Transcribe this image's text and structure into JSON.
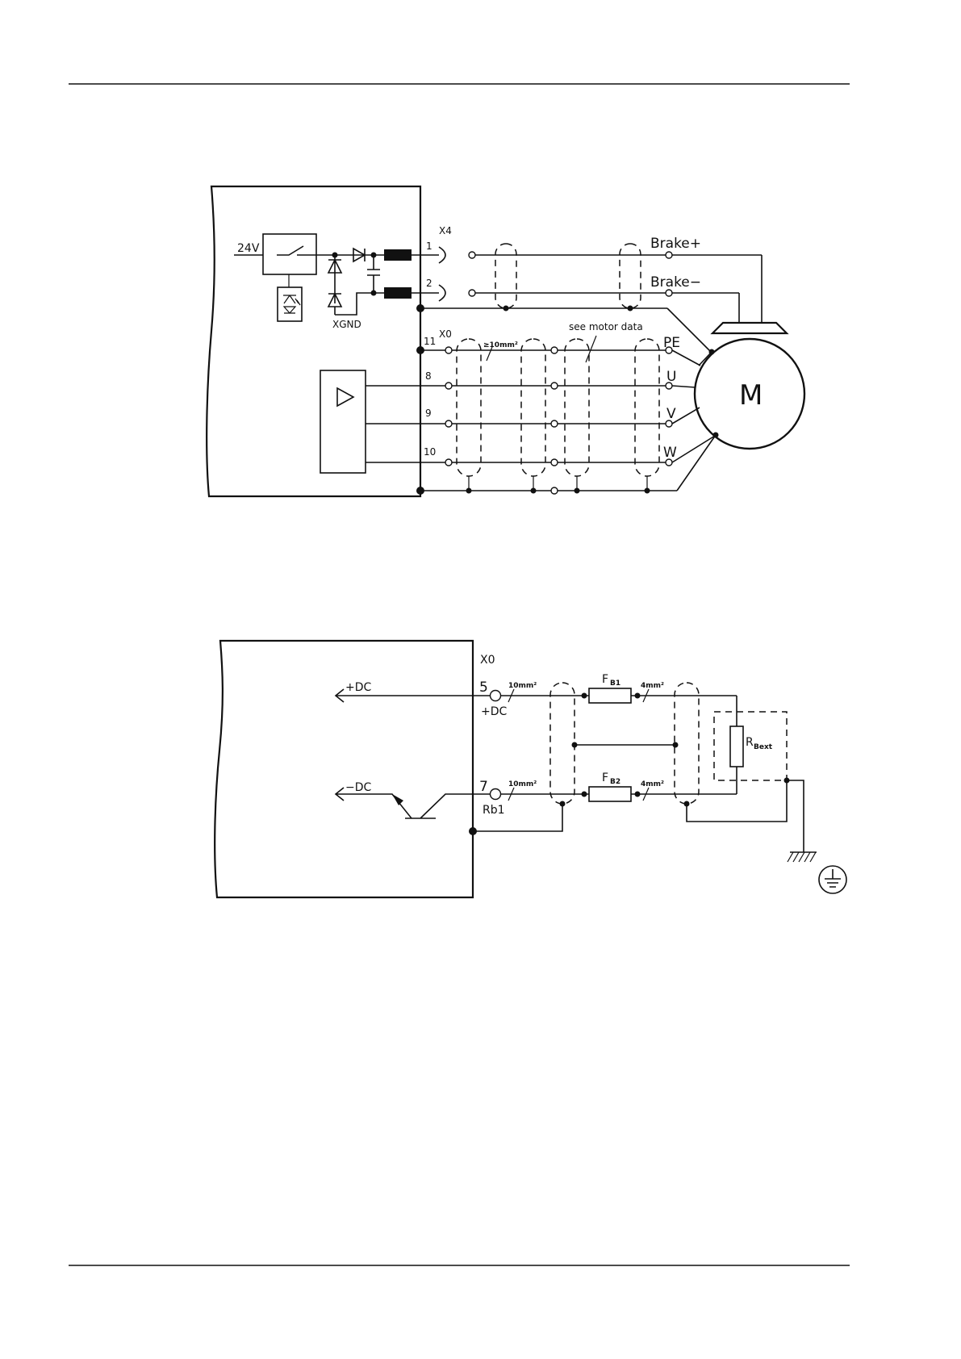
{
  "diagram1": {
    "supply_label": "24V",
    "connector_x4": "X4",
    "pin_1": "1",
    "pin_2": "2",
    "brake_plus": "Brake+",
    "brake_minus": "Brake−",
    "xgnd": "XGND",
    "connector_x0": "X0",
    "pin_11": "11",
    "pin_8": "8",
    "pin_9": "9",
    "pin_10": "10",
    "cross_section": "≥10mm²",
    "note": "see motor data",
    "pe": "PE",
    "u": "U",
    "v": "V",
    "w": "W",
    "motor": "M"
  },
  "diagram2": {
    "connector_x0": "X0",
    "plus_dc": "+DC",
    "minus_dc": "−DC",
    "pin_5": "5",
    "pin_7": "7",
    "pin_5_name": "+DC",
    "pin_7_name": "Rb1",
    "cs_10_top": "10mm²",
    "cs_10_bottom": "10mm²",
    "cs_4_top": "4mm²",
    "cs_4_bottom": "4mm²",
    "fuse_1": "F",
    "fuse_1_sub": "B1",
    "fuse_2": "F",
    "fuse_2_sub": "B2",
    "resistor": "R",
    "resistor_sub": "Bext"
  }
}
